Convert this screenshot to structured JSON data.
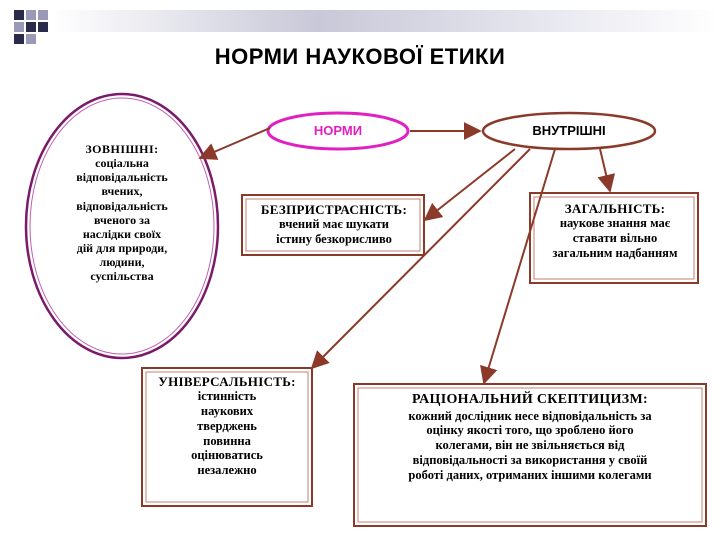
{
  "title": "НОРМИ НАУКОВОЇ  ЕТИКИ",
  "colors": {
    "ellipse_outer": "#7a1a6a",
    "brown": "#8b3a2a",
    "pink": "#e020c0"
  },
  "nodes": {
    "norms": "НОРМИ",
    "internal": "ВНУТРІШНІ",
    "external": {
      "lines": [
        "ЗОВНІШНІ:",
        "соціальна",
        "відповідальність",
        "вчених,",
        "відповідальність",
        "вченого за",
        "наслідки своїх",
        "дій для природи,",
        "людини,",
        "суспільства"
      ]
    },
    "impartiality": {
      "heading": "БЕЗПРИСТРАСНІСТЬ:",
      "lines": [
        "вчений має шукати",
        "істину безкорисливо"
      ]
    },
    "generality": {
      "heading": "ЗАГАЛЬНІСТЬ:",
      "lines": [
        "наукове знання має",
        "ставати вільно",
        "загальним надбанням"
      ]
    },
    "universality": {
      "heading": "УНІВЕРСАЛЬНІСТЬ:",
      "lines": [
        "істинність",
        "наукових",
        "тверджень",
        "повинна",
        "оцінюватись",
        "незалежно"
      ]
    },
    "skepticism": {
      "heading": "РАЦІОНАЛЬНИЙ СКЕПТИЦИЗМ:",
      "lines": [
        "кожний дослідник несе відповідальність за",
        "оцінку якості того, що зроблено його",
        "колегами, він не звільняється від",
        "відповідальності за використання у своїй",
        "роботі даних, отриманих іншими колегами"
      ]
    }
  }
}
